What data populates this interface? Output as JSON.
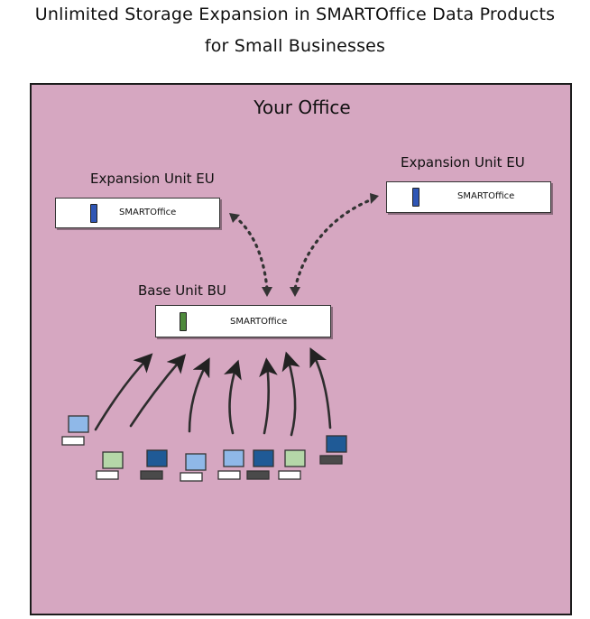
{
  "title": {
    "line1": "Unlimited Storage Expansion in SMARTOffice Data Products",
    "line2": "for Small Businesses"
  },
  "office": {
    "label": "Your Office",
    "color": "#d6a7c1"
  },
  "expansion_unit_left": {
    "label": "Expansion Unit EU",
    "brand": "SMARTOffice",
    "drive_color": "#2f56b5"
  },
  "expansion_unit_right": {
    "label": "Expansion Unit EU",
    "brand": "SMARTOffice",
    "drive_color": "#2f56b5"
  },
  "base_unit": {
    "label": "Base Unit BU",
    "brand": "SMARTOffice",
    "drive_color": "#4e8a3c"
  },
  "colors": {
    "light_blue": "#8fb8e8",
    "dark_blue": "#1f5a96",
    "light_green": "#b5d7a8",
    "dark_gray": "#4a4a4a",
    "arrow": "#333333"
  },
  "computers": [
    {
      "monitor": "light_blue",
      "keyboard": "white"
    },
    {
      "monitor": "light_green",
      "keyboard": "white"
    },
    {
      "monitor": "dark_blue",
      "keyboard": "dark_gray"
    },
    {
      "monitor": "light_blue",
      "keyboard": "white"
    },
    {
      "monitor": "light_blue",
      "keyboard": "white"
    },
    {
      "monitor": "dark_blue",
      "keyboard": "dark_gray"
    },
    {
      "monitor": "light_green",
      "keyboard": "white"
    },
    {
      "monitor": "dark_blue",
      "keyboard": "dark_gray"
    }
  ]
}
